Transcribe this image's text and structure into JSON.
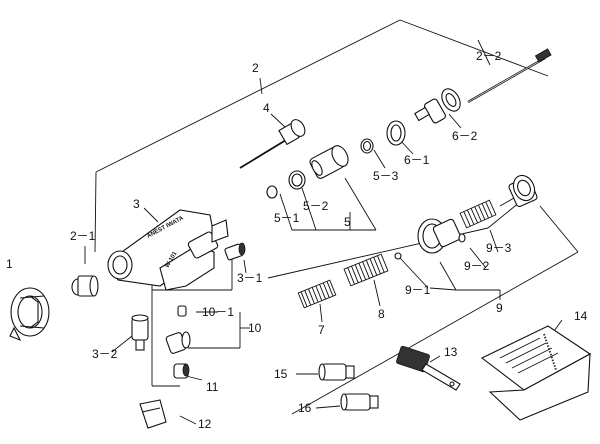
{
  "labels": {
    "l1": "1",
    "l2": "2",
    "l2_1": "2－1",
    "l2_2": "2－2",
    "l3": "3",
    "l3_1": "3－1",
    "l3_2": "3－2",
    "l4": "4",
    "l5": "5",
    "l5_1": "5－1",
    "l5_2": "5－2",
    "l5_3": "5－3",
    "l6_1": "6－1",
    "l6_2": "6－2",
    "l7": "7",
    "l8": "8",
    "l9": "9",
    "l9_1": "9－1",
    "l9_2": "9－2",
    "l9_3": "9－3",
    "l10": "10",
    "l10_1": "10－1",
    "l11": "11",
    "l12": "12",
    "l13": "13",
    "l14": "14",
    "l15": "15",
    "l16": "16"
  },
  "body_marking": "ANEST IWATA",
  "body_model": "W-101"
}
